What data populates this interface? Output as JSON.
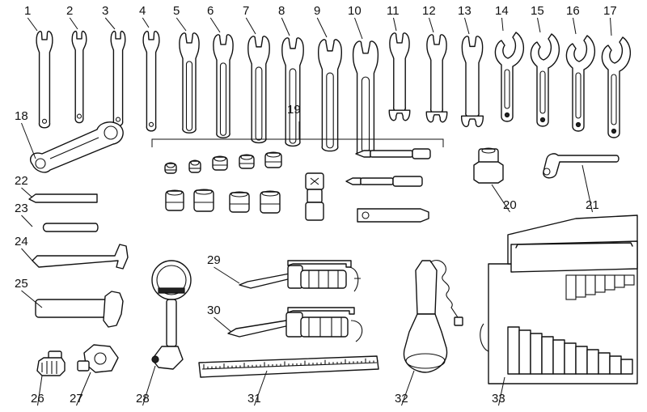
{
  "figure": {
    "description_none": "",
    "labels": [
      "1",
      "2",
      "3",
      "4",
      "5",
      "6",
      "7",
      "8",
      "9",
      "10",
      "11",
      "12",
      "13",
      "14",
      "15",
      "16",
      "17",
      "18",
      "19",
      "20",
      "21",
      "22",
      "23",
      "24",
      "25",
      "26",
      "27",
      "28",
      "29",
      "30",
      "31",
      "32",
      "33"
    ]
  },
  "colors": {
    "ink": "#111111",
    "paper": "#ffffff"
  },
  "icons": {
    "open_wrench": "open-end-wrench-icon",
    "hook_spanner": "hook-spanner-icon",
    "box_wrench": "box-wrench-icon",
    "socket": "socket-icon",
    "l_wrench": "l-wrench-icon",
    "grease_gun": "grease-gun-icon",
    "lamp": "inspection-lamp-icon",
    "case": "tool-case-icon"
  }
}
